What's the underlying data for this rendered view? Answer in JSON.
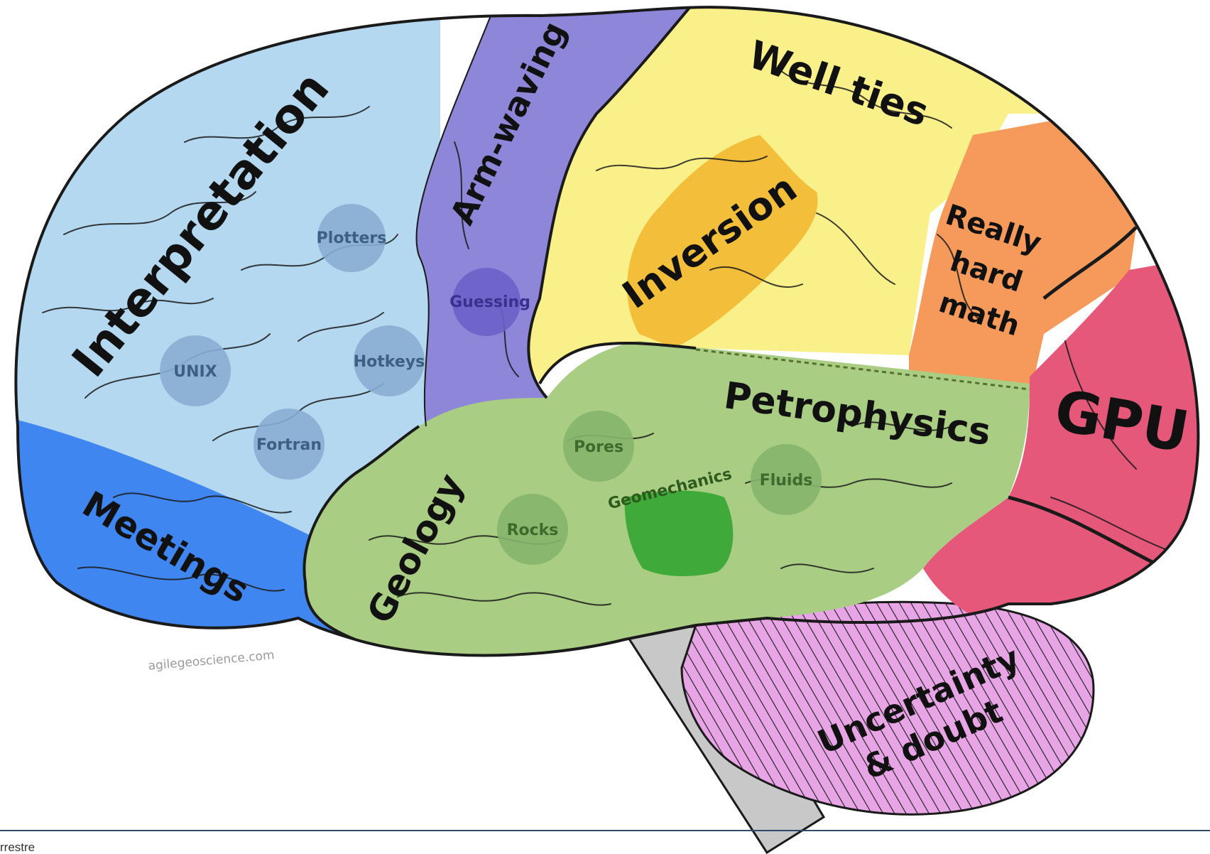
{
  "regions": {
    "interpretation": "Interpretation",
    "arm_waving": "Arm-waving",
    "well_ties": "Well ties",
    "inversion": "Inversion",
    "really_hard_math": [
      "Really",
      "hard",
      "math"
    ],
    "gpu": "GPU",
    "petrophysics": "Petrophysics",
    "geology": "Geology",
    "meetings": "Meetings",
    "uncertainty": [
      "Uncertainty",
      "& doubt"
    ]
  },
  "nodes": {
    "plotters": "Plotters",
    "guessing": "Guessing",
    "unix": "UNIX",
    "hotkeys": "Hotkeys",
    "fortran": "Fortran",
    "pores": "Pores",
    "geomechanics": "Geomechanics",
    "fluids": "Fluids",
    "rocks": "Rocks"
  },
  "watermark": "agilegeoscience.com",
  "footer": "rrestre",
  "colors": {
    "interpretation": "#b3d8ef",
    "meetings": "#3f86f0",
    "arm_waving": "#8e86d8",
    "well_ties": "#f9f08a",
    "inversion": "#f3bf3a",
    "really_hard_math": "#f59a5a",
    "gpu": "#e6587a",
    "green_lobe": "#a9cd82",
    "geomechanics": "#3faa3a",
    "cerebellum": "#e7a5e6",
    "brainstem": "#c8c8c8"
  }
}
